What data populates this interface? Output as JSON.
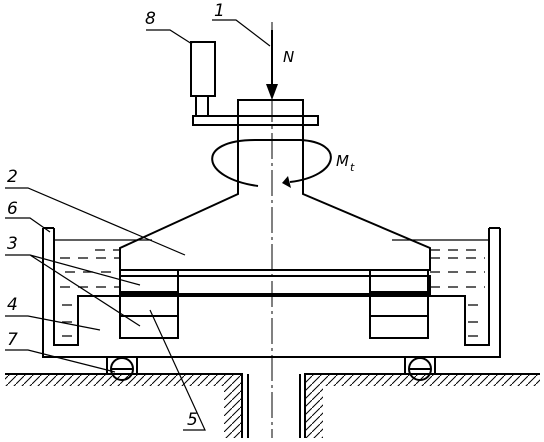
{
  "diagram": {
    "labels": {
      "l1": "1",
      "l2": "2",
      "l3": "3",
      "l4": "4",
      "l5": "5",
      "l6": "6",
      "l7": "7",
      "l8": "8"
    },
    "symbols": {
      "force": "N",
      "moment": "M",
      "moment_sub": "t"
    }
  }
}
